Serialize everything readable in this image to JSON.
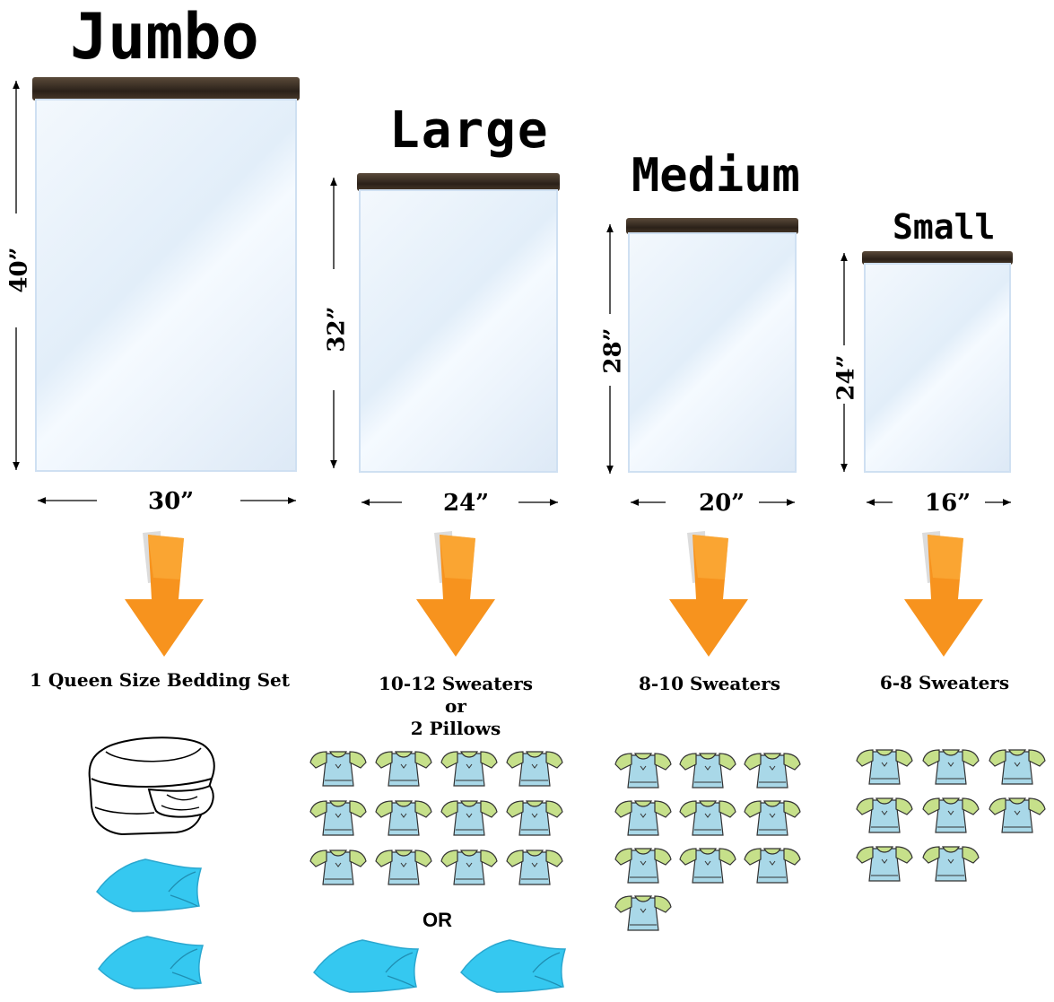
{
  "bags": [
    {
      "name": "Jumbo",
      "width": "30”",
      "height": "40”",
      "capacity": "1 Queen Size Bedding Set"
    },
    {
      "name": "Large",
      "width": "24”",
      "height": "32”",
      "capacity_line1": "10-12 Sweaters",
      "capacity_line2": "or",
      "capacity_line3": "2 Pillows"
    },
    {
      "name": "Medium",
      "width": "20”",
      "height": "28”",
      "capacity": "8-10 Sweaters"
    },
    {
      "name": "Small",
      "width": "16”",
      "height": "24”",
      "capacity": "6-8 Sweaters"
    }
  ],
  "or_label": "OR",
  "sweater_counts": {
    "large": 12,
    "medium": 10,
    "small": 8
  },
  "colors": {
    "arrow_orange": "#f7931e",
    "sweater_body": "#a9d8e8",
    "sweater_sleeve": "#c6e08a",
    "pillow": "#35c8f0",
    "zipper": "#2b2119"
  },
  "icons": [
    "down-arrow-icon",
    "folded-comforter-icon",
    "pillow-icon",
    "sweater-icon"
  ]
}
